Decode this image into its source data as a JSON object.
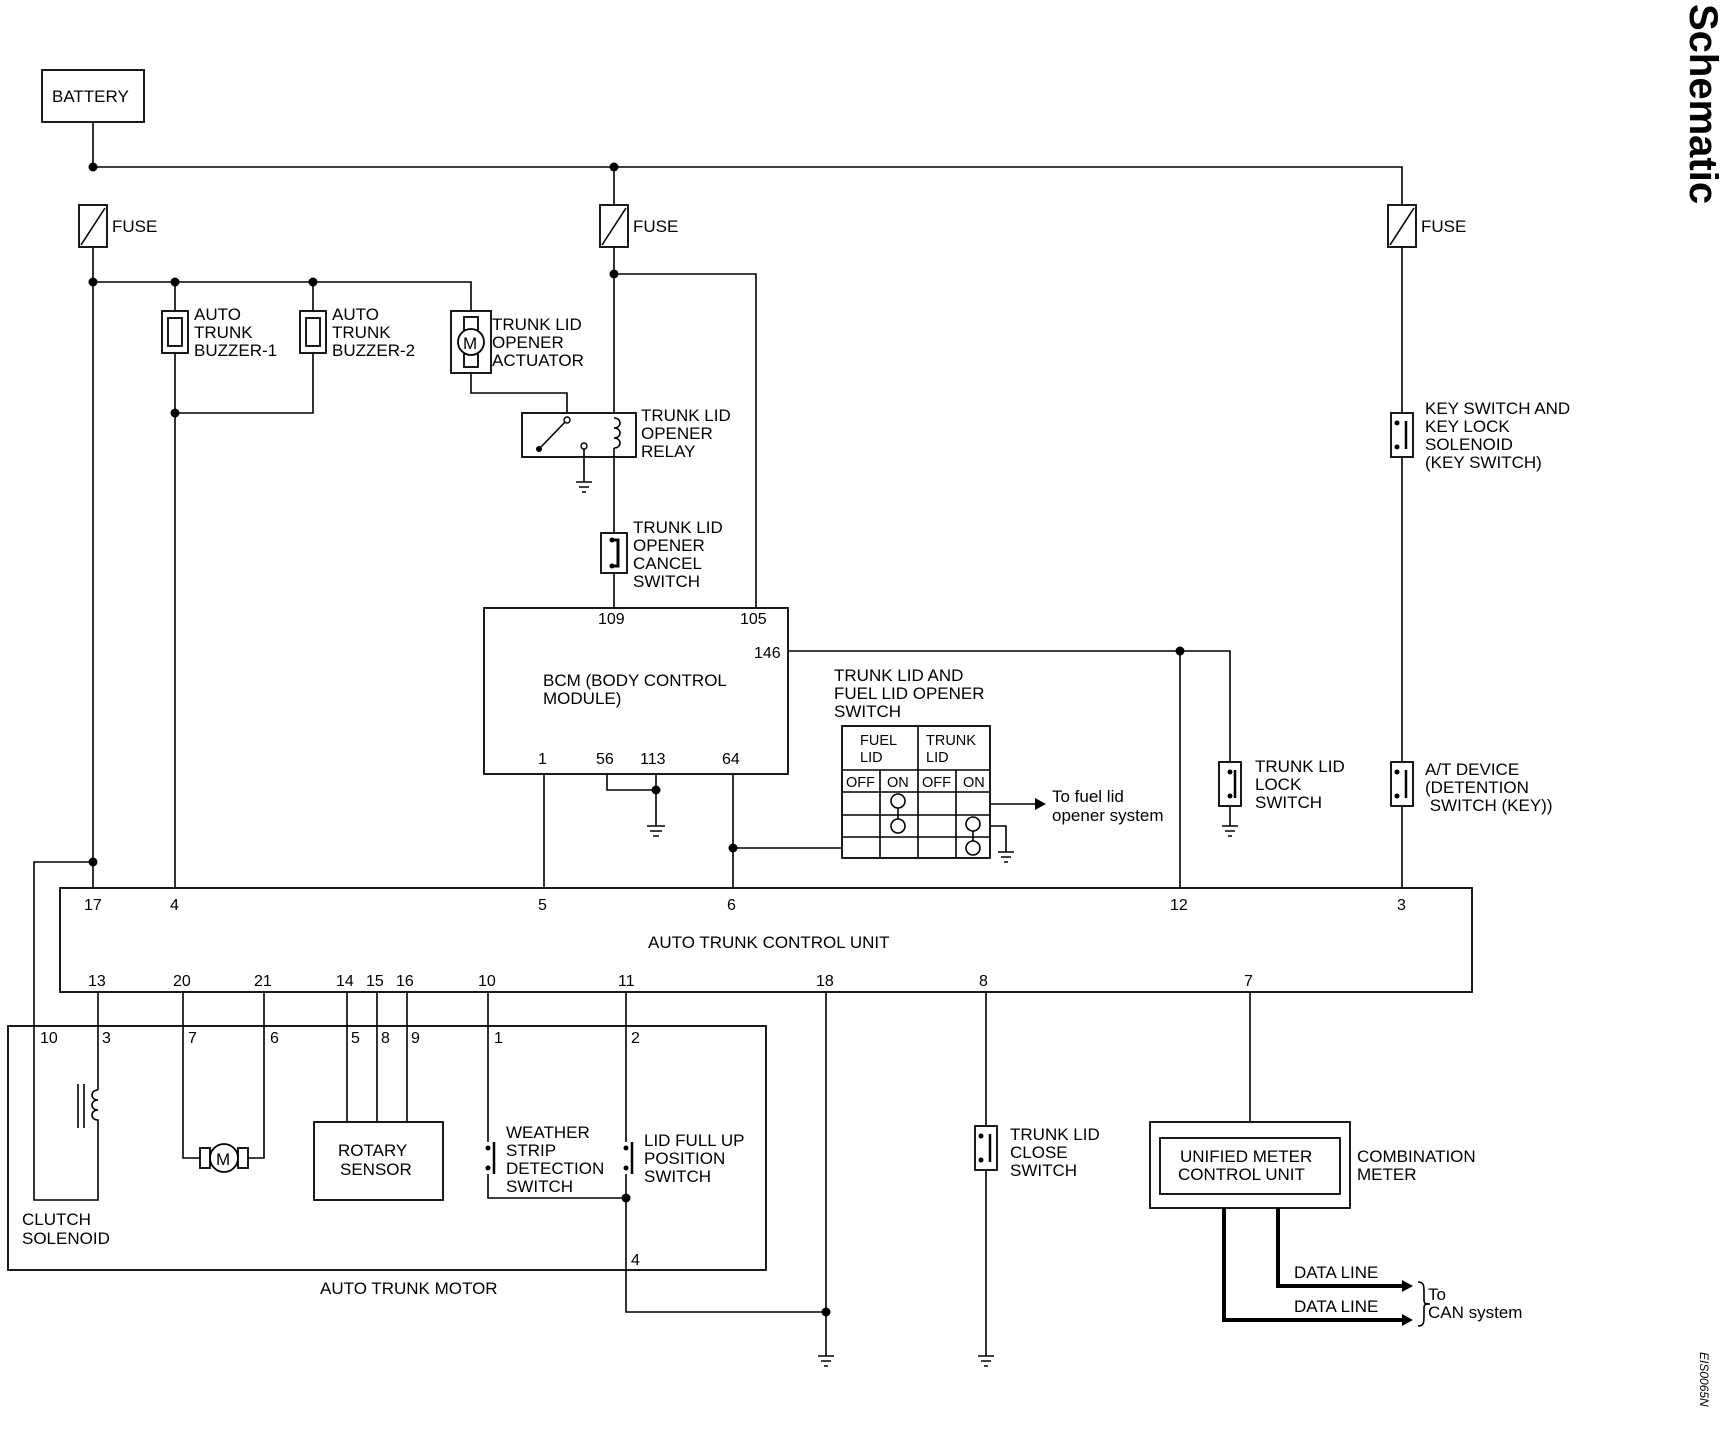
{
  "page": {
    "side_title": "Schematic",
    "doc_code": "EIS0065N"
  },
  "components": {
    "battery": "BATTERY",
    "fuse": "FUSE",
    "buzzer1": [
      "AUTO",
      "TRUNK",
      "BUZZER-1"
    ],
    "buzzer2": [
      "AUTO",
      "TRUNK",
      "BUZZER-2"
    ],
    "opener_actuator": [
      "TRUNK LID",
      "OPENER",
      "ACTUATOR"
    ],
    "opener_relay": [
      "TRUNK LID",
      "OPENER",
      "RELAY"
    ],
    "cancel_switch": [
      "TRUNK LID",
      "OPENER",
      "CANCEL",
      "SWITCH"
    ],
    "bcm": [
      "BCM (BODY CONTROL",
      "MODULE)"
    ],
    "opener_switch": [
      "TRUNK LID AND",
      "FUEL LID OPENER",
      "SWITCH"
    ],
    "switch_table": {
      "fuel_lid": [
        "FUEL",
        "LID"
      ],
      "trunk_lid": [
        "TRUNK",
        "LID"
      ],
      "off": "OFF",
      "on": "ON"
    },
    "fuel_lid_system": [
      "To fuel lid",
      "opener system"
    ],
    "lock_switch": [
      "TRUNK LID",
      "LOCK",
      "SWITCH"
    ],
    "key_switch": [
      "KEY SWITCH AND",
      "KEY LOCK",
      "SOLENOID",
      "(KEY SWITCH)"
    ],
    "at_device": [
      "A/T DEVICE",
      "(DETENTION",
      " SWITCH (KEY))"
    ],
    "control_unit": "AUTO TRUNK CONTROL UNIT",
    "clutch_solenoid": [
      "CLUTCH",
      "SOLENOID"
    ],
    "rotary_sensor": [
      "ROTARY",
      "SENSOR"
    ],
    "weather_strip": [
      "WEATHER",
      "STRIP",
      "DETECTION",
      "SWITCH"
    ],
    "lid_full_up": [
      "LID FULL UP",
      "POSITION",
      "SWITCH"
    ],
    "motor": "AUTO TRUNK MOTOR",
    "close_switch": [
      "TRUNK LID",
      "CLOSE",
      "SWITCH"
    ],
    "unified_meter": [
      "UNIFIED METER",
      "CONTROL UNIT"
    ],
    "combination_meter": [
      "COMBINATION",
      "METER"
    ],
    "data_line": "DATA LINE",
    "can_system": [
      "To",
      "CAN system"
    ]
  },
  "pins": {
    "bcm": [
      "109",
      "105",
      "146",
      "1",
      "56",
      "113",
      "64"
    ],
    "cu_top": [
      "17",
      "4",
      "5",
      "6",
      "12",
      "3"
    ],
    "cu_bottom": [
      "13",
      "20",
      "21",
      "14",
      "15",
      "16",
      "10",
      "11",
      "18",
      "8",
      "7"
    ],
    "motor": [
      "10",
      "3",
      "7",
      "6",
      "5",
      "8",
      "9",
      "1",
      "2",
      "4"
    ]
  }
}
